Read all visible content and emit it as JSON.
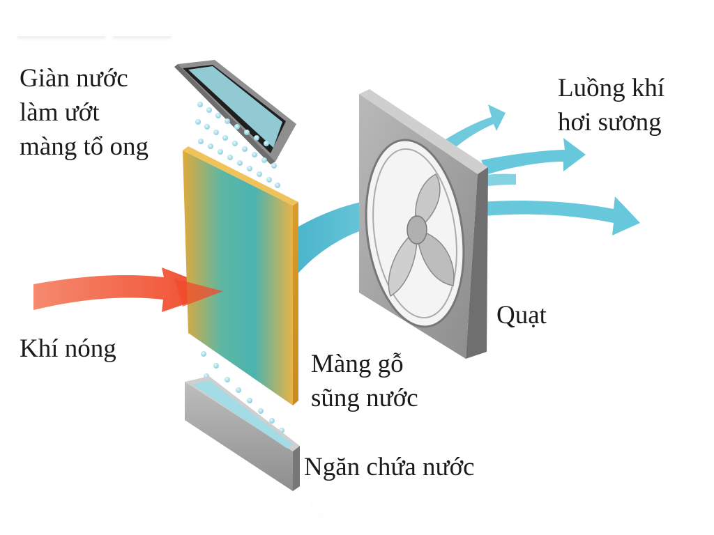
{
  "labels": {
    "water_rack": [
      "Giàn nước",
      "làm ướt",
      "màng tổ ong"
    ],
    "airflow": [
      "Luồng khí",
      "hơi sương"
    ],
    "hot_air": "Khí nóng",
    "fan": "Quạt",
    "pad": [
      "Màng gỗ",
      "sũng nước"
    ],
    "tank": "Ngăn chứa nước"
  },
  "colors": {
    "hot_air": "#f26a4f",
    "cool_air": "#5fc4d9",
    "pad_yellow": "#e0a93a",
    "pad_teal": "#4bb3b0",
    "frame_gray": "#9a9a9a",
    "water": "#9fdde8"
  }
}
